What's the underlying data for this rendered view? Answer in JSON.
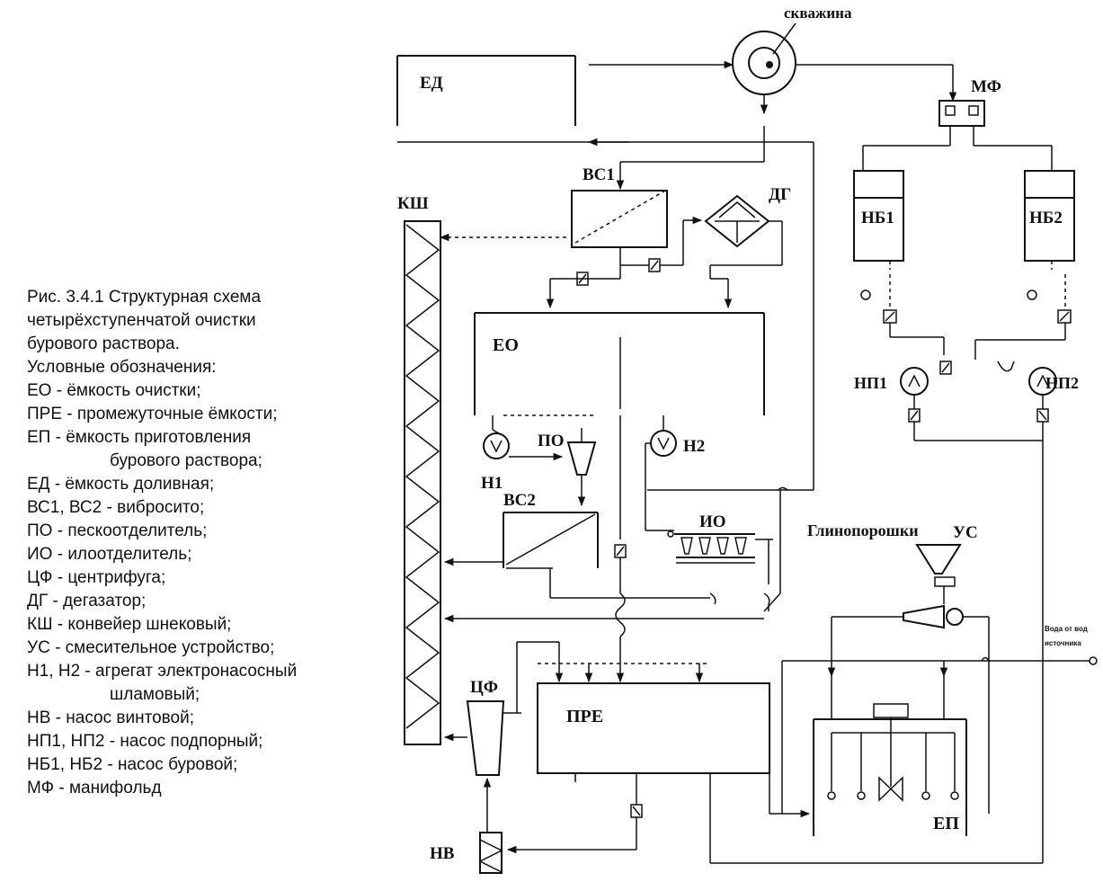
{
  "legend": {
    "caption_lines": [
      "Рис. 3.4.1 Структурная схема",
      "четырёхступенчатой очистки",
      "бурового раствора."
    ],
    "heading": "Условные обозначения:",
    "items": [
      {
        "text": "ЕО - ёмкость очистки;",
        "indent": false
      },
      {
        "text": "ПРЕ - промежуточные ёмкости;",
        "indent": false
      },
      {
        "text": "ЕП - ёмкость приготовления",
        "indent": false
      },
      {
        "text": "бурового раствора;",
        "indent": true
      },
      {
        "text": "ЕД - ёмкость доливная;",
        "indent": false
      },
      {
        "text": "ВС1, ВС2 - вибросито;",
        "indent": false
      },
      {
        "text": "ПО - пескоотделитель;",
        "indent": false
      },
      {
        "text": "ИО - илоотделитель;",
        "indent": false
      },
      {
        "text": "ЦФ - центрифуга;",
        "indent": false
      },
      {
        "text": "ДГ - дегазатор;",
        "indent": false
      },
      {
        "text": "КШ - конвейер шнековый;",
        "indent": false
      },
      {
        "text": "УС - смесительное устройство;",
        "indent": false
      },
      {
        "text": "Н1, Н2 - агрегат электронасосный",
        "indent": false
      },
      {
        "text": "шламовый;",
        "indent": true
      },
      {
        "text": "НВ - насос винтовой;",
        "indent": false
      },
      {
        "text": "НП1, НП2 - насос подпорный;",
        "indent": false
      },
      {
        "text": "НБ1, НБ2 - насос буровой;",
        "indent": false
      },
      {
        "text": "МФ - манифольд",
        "indent": false
      }
    ]
  },
  "diagram": {
    "labels": {
      "well": "скважина",
      "ed": "ЕД",
      "mf": "МФ",
      "vs1": "ВС1",
      "dg": "ДГ",
      "ksh": "КШ",
      "nb1": "НБ1",
      "nb2": "НБ2",
      "eo": "ЕО",
      "po": "ПО",
      "n2": "Н2",
      "n1": "Н1",
      "vs2": "ВС2",
      "np1": "НП1",
      "np2": "НП2",
      "io": "ИО",
      "clay": "Глинопорошки",
      "us": "УС",
      "cf": "ЦФ",
      "pre": "ПРЕ",
      "water_line1": "Вода от вод",
      "water_line2": "источника",
      "ep": "ЕП",
      "nv": "НВ"
    }
  }
}
